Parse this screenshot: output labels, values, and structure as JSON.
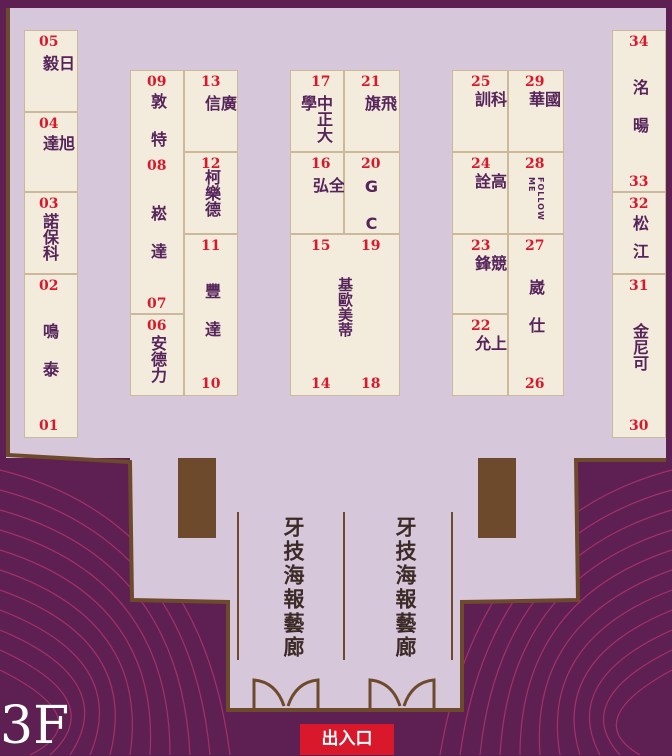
{
  "floor_label": "3F",
  "exit_label": "出入口",
  "poster_gallery": [
    "牙技海報藝廊",
    "牙技海報藝廊"
  ],
  "colors": {
    "hall": "#ddd0e0",
    "booth": "#f3ecdc",
    "wall": "#6e4a2c",
    "number": "#d9182b",
    "text": "#56245a",
    "background": "#5a1e50"
  },
  "booths": [
    {
      "no": "05",
      "name": "日毅"
    },
    {
      "no": "04",
      "name": "旭達"
    },
    {
      "no": "03",
      "name": "諾保科"
    },
    {
      "no": "02",
      "name": "鳴泰"
    },
    {
      "no": "01",
      "name": ""
    },
    {
      "no": "09",
      "name": "敦特"
    },
    {
      "no": "08",
      "name": "崧達"
    },
    {
      "no": "07",
      "name": ""
    },
    {
      "no": "06",
      "name": "安德力"
    },
    {
      "no": "13",
      "name": "廣信"
    },
    {
      "no": "12",
      "name": "柯樂德"
    },
    {
      "no": "11",
      "name": "豐達"
    },
    {
      "no": "10",
      "name": ""
    },
    {
      "no": "17",
      "name": "中正大學"
    },
    {
      "no": "16",
      "name": "全弘"
    },
    {
      "no": "15",
      "name": ""
    },
    {
      "no": "14",
      "name": ""
    },
    {
      "no": "21",
      "name": "飛旗"
    },
    {
      "no": "20",
      "name": "GC"
    },
    {
      "no": "19",
      "name": ""
    },
    {
      "no": "18",
      "name": ""
    },
    {
      "no": "15-19",
      "name": "基歐美蒂"
    },
    {
      "no": "25",
      "name": "科訓"
    },
    {
      "no": "24",
      "name": "高詮"
    },
    {
      "no": "23",
      "name": "競鋒"
    },
    {
      "no": "22",
      "name": "上允"
    },
    {
      "no": "29",
      "name": "國華"
    },
    {
      "no": "28",
      "name": "FOLLOW ME"
    },
    {
      "no": "27",
      "name": "崴仕"
    },
    {
      "no": "26",
      "name": ""
    },
    {
      "no": "34",
      "name": "洺暘"
    },
    {
      "no": "33",
      "name": ""
    },
    {
      "no": "32",
      "name": "松江"
    },
    {
      "no": "31",
      "name": "金尼可"
    },
    {
      "no": "30",
      "name": ""
    }
  ]
}
